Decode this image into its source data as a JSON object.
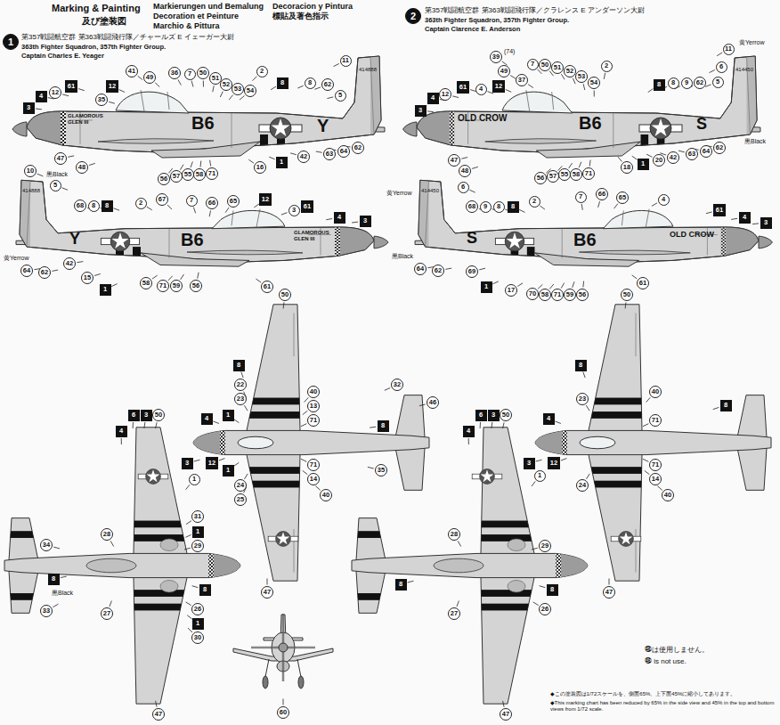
{
  "diagram": {
    "title": "Marking & Painting",
    "nodes": [
      {
        "text": [
          "1"
        ]
      },
      {
        "text": [
          "2"
        ]
      },
      {
        "text": [
          "41"
        ]
      },
      {
        "text": [
          "49"
        ]
      },
      {
        "text": [
          "36"
        ]
      },
      {
        "text": [
          "7"
        ]
      },
      {
        "text": [
          "50"
        ]
      },
      {
        "text": [
          "51"
        ]
      },
      {
        "text": [
          "52"
        ]
      },
      {
        "text": [
          "53"
        ]
      },
      {
        "text": [
          "54"
        ]
      },
      {
        "text": [
          "2"
        ]
      },
      {
        "text": [
          "8"
        ]
      },
      {
        "text": [
          "8"
        ]
      },
      {
        "text": [
          "62"
        ]
      },
      {
        "text": [
          "11"
        ]
      },
      {
        "text": [
          "5"
        ]
      },
      {
        "text": [
          "61"
        ]
      },
      {
        "text": [
          "12"
        ]
      },
      {
        "text": [
          "12"
        ]
      },
      {
        "text": [
          "4"
        ]
      },
      {
        "text": [
          "3"
        ]
      },
      {
        "text": [
          "35"
        ]
      },
      {
        "text": [
          "47"
        ]
      },
      {
        "text": [
          "48"
        ]
      },
      {
        "text": [
          "56"
        ]
      },
      {
        "text": [
          "57"
        ]
      },
      {
        "text": [
          "55"
        ]
      },
      {
        "text": [
          "58"
        ]
      },
      {
        "text": [
          "71"
        ]
      },
      {
        "text": [
          "16"
        ]
      },
      {
        "text": [
          "1"
        ]
      },
      {
        "text": [
          "42"
        ]
      },
      {
        "text": [
          "63"
        ]
      },
      {
        "text": [
          "64"
        ]
      },
      {
        "text": [
          "62"
        ]
      },
      {
        "text": [
          "10"
        ]
      },
      {
        "text": [
          "5"
        ]
      },
      {
        "text": [
          "68"
        ]
      },
      {
        "text": [
          "8"
        ]
      },
      {
        "text": [
          "8"
        ]
      },
      {
        "text": [
          "2"
        ]
      },
      {
        "text": [
          "67"
        ]
      },
      {
        "text": [
          "7"
        ]
      },
      {
        "text": [
          "66"
        ]
      },
      {
        "text": [
          "65"
        ]
      },
      {
        "text": [
          "12"
        ]
      },
      {
        "text": [
          "3"
        ]
      },
      {
        "text": [
          "61"
        ]
      },
      {
        "text": [
          "4"
        ]
      },
      {
        "text": [
          "3"
        ]
      },
      {
        "text": [
          "42"
        ]
      },
      {
        "text": [
          "15"
        ]
      },
      {
        "text": [
          "1"
        ]
      },
      {
        "text": [
          "58"
        ]
      },
      {
        "text": [
          "71"
        ]
      },
      {
        "text": [
          "59"
        ]
      },
      {
        "text": [
          "56"
        ]
      },
      {
        "text": [
          "61"
        ]
      },
      {
        "text": [
          "64"
        ]
      },
      {
        "text": [
          "62"
        ]
      },
      {
        "text": [
          "39"
        ]
      },
      {
        "text": [
          "49"
        ]
      },
      {
        "text": [
          "37"
        ]
      },
      {
        "text": [
          "7"
        ]
      },
      {
        "text": [
          "50"
        ]
      },
      {
        "text": [
          "51"
        ]
      },
      {
        "text": [
          "52"
        ]
      },
      {
        "text": [
          "53"
        ]
      },
      {
        "text": [
          "54"
        ]
      },
      {
        "text": [
          "2"
        ]
      },
      {
        "text": [
          "8"
        ]
      },
      {
        "text": [
          "8"
        ]
      },
      {
        "text": [
          "9"
        ]
      },
      {
        "text": [
          "62"
        ]
      },
      {
        "text": [
          "11"
        ]
      },
      {
        "text": [
          "6"
        ]
      },
      {
        "text": [
          "5"
        ]
      },
      {
        "text": [
          "61"
        ]
      },
      {
        "text": [
          "4"
        ]
      },
      {
        "text": [
          "12"
        ]
      },
      {
        "text": [
          "12"
        ]
      },
      {
        "text": [
          "4"
        ]
      },
      {
        "text": [
          "3"
        ]
      },
      {
        "text": [
          "47"
        ]
      },
      {
        "text": [
          "48"
        ]
      },
      {
        "text": [
          "56"
        ]
      },
      {
        "text": [
          "57"
        ]
      },
      {
        "text": [
          "55"
        ]
      },
      {
        "text": [
          "58"
        ]
      },
      {
        "text": [
          "71"
        ]
      },
      {
        "text": [
          "18"
        ]
      },
      {
        "text": [
          "1"
        ]
      },
      {
        "text": [
          "20"
        ]
      },
      {
        "text": [
          "42"
        ]
      },
      {
        "text": [
          "63"
        ]
      },
      {
        "text": [
          "64"
        ]
      },
      {
        "text": [
          "62"
        ]
      },
      {
        "text": [
          "6"
        ]
      },
      {
        "text": [
          "68"
        ]
      },
      {
        "text": [
          "9"
        ]
      },
      {
        "text": [
          "8"
        ]
      },
      {
        "text": [
          "8"
        ]
      },
      {
        "text": [
          "2"
        ]
      },
      {
        "text": [
          "7"
        ]
      },
      {
        "text": [
          "66"
        ]
      },
      {
        "text": [
          "65"
        ]
      },
      {
        "text": [
          "4"
        ]
      },
      {
        "text": [
          "61"
        ]
      },
      {
        "text": [
          "4"
        ]
      },
      {
        "text": [
          "3"
        ]
      },
      {
        "text": [
          "64"
        ]
      },
      {
        "text": [
          "62"
        ]
      },
      {
        "text": [
          "69"
        ]
      },
      {
        "text": [
          "1"
        ]
      },
      {
        "text": [
          "17"
        ]
      },
      {
        "text": [
          "70"
        ]
      },
      {
        "text": [
          "58"
        ]
      },
      {
        "text": [
          "71"
        ]
      },
      {
        "text": [
          "59"
        ]
      },
      {
        "text": [
          "56"
        ]
      },
      {
        "text": [
          "61"
        ]
      },
      {
        "text": [
          "50"
        ]
      },
      {
        "text": [
          "8"
        ]
      },
      {
        "text": [
          "22"
        ]
      },
      {
        "text": [
          "23"
        ]
      },
      {
        "text": [
          "1"
        ]
      },
      {
        "text": [
          "4"
        ]
      },
      {
        "text": [
          "3"
        ]
      },
      {
        "text": [
          "12"
        ]
      },
      {
        "text": [
          "1"
        ]
      },
      {
        "text": [
          "24"
        ]
      },
      {
        "text": [
          "25"
        ]
      },
      {
        "text": [
          "40"
        ]
      },
      {
        "text": [
          "13"
        ]
      },
      {
        "text": [
          "71"
        ]
      },
      {
        "text": [
          "71"
        ]
      },
      {
        "text": [
          "14"
        ]
      },
      {
        "text": [
          "40"
        ]
      },
      {
        "text": [
          "32"
        ]
      },
      {
        "text": [
          "46"
        ]
      },
      {
        "text": [
          "8"
        ]
      },
      {
        "text": [
          "35"
        ]
      },
      {
        "text": [
          "47"
        ]
      },
      {
        "text": [
          "6"
        ]
      },
      {
        "text": [
          "3"
        ]
      },
      {
        "text": [
          "50"
        ]
      },
      {
        "text": [
          "4"
        ]
      },
      {
        "text": [
          "1"
        ]
      },
      {
        "text": [
          "31"
        ]
      },
      {
        "text": [
          "1"
        ]
      },
      {
        "text": [
          "28"
        ]
      },
      {
        "text": [
          "29"
        ]
      },
      {
        "text": [
          "34"
        ]
      },
      {
        "text": [
          "8"
        ]
      },
      {
        "text": [
          "33"
        ]
      },
      {
        "text": [
          "27"
        ]
      },
      {
        "text": [
          "8"
        ]
      },
      {
        "text": [
          "26"
        ]
      },
      {
        "text": [
          "1"
        ]
      },
      {
        "text": [
          "30"
        ]
      },
      {
        "text": [
          "47"
        ]
      },
      {
        "text": [
          "60"
        ]
      },
      {
        "text": [
          "50"
        ]
      },
      {
        "text": [
          "8"
        ]
      },
      {
        "text": [
          "23"
        ]
      },
      {
        "text": [
          "4"
        ]
      },
      {
        "text": [
          "3"
        ]
      },
      {
        "text": [
          "12"
        ]
      },
      {
        "text": [
          "24"
        ]
      },
      {
        "text": [
          "40"
        ]
      },
      {
        "text": [
          "71"
        ]
      },
      {
        "text": [
          "71"
        ]
      },
      {
        "text": [
          "14"
        ]
      },
      {
        "text": [
          "40"
        ]
      },
      {
        "text": [
          "8"
        ]
      },
      {
        "text": [
          "47"
        ]
      },
      {
        "text": [
          "6"
        ]
      },
      {
        "text": [
          "3"
        ]
      },
      {
        "text": [
          "50"
        ]
      },
      {
        "text": [
          "4"
        ]
      },
      {
        "text": [
          "1"
        ]
      },
      {
        "text": [
          "28"
        ]
      },
      {
        "text": [
          "29"
        ]
      },
      {
        "text": [
          "8"
        ]
      },
      {
        "text": [
          "8"
        ]
      },
      {
        "text": [
          "27"
        ]
      },
      {
        "text": [
          "26"
        ]
      },
      {
        "text": [
          "47"
        ]
      }
    ],
    "labels": [
      "及び塗装図",
      "Markierungen und Bemalung",
      "Decoration et Peinture",
      "Marchio & Pittura",
      "Decoracion y Pintura",
      "標貼及著色指示",
      "第357戦闘航空群 第363戦闘飛行隊／チャールズ E イェーガー大尉",
      "363th Fighter Squadron, 357th Fighter Group.",
      "Captain Charles E. Yeager",
      "第357戦闘航空群 第363戦闘飛行隊／クラレンス E アンダーソン大尉",
      "363th Fighter Squadron, 357th Fighter Group.",
      "Captain Clarence E. Anderson",
      "GLAMOROUS GLEN III",
      "B6",
      "Y",
      "414888",
      "黒Black",
      "黄Yerrow",
      "Y",
      "B6",
      "414888",
      "GLAMOROUS GLEN III",
      "(74)",
      "黄Yerrow",
      "黒Black",
      "OLD CROW",
      "B6",
      "S",
      "414450",
      "黄Yerrow",
      "黒Black",
      "S",
      "B6",
      "414450",
      "OLD CROW",
      "黒Black",
      "㊻は使用しません。",
      "㊻ is not use.",
      "◆この塗装図は1/72スケールを、側面65%、上下面45%に縮小してあります。",
      "◆This marking chart has been reduced by 65% in the side view and 45% in the top and bottom views from 1/72 scale."
    ]
  }
}
